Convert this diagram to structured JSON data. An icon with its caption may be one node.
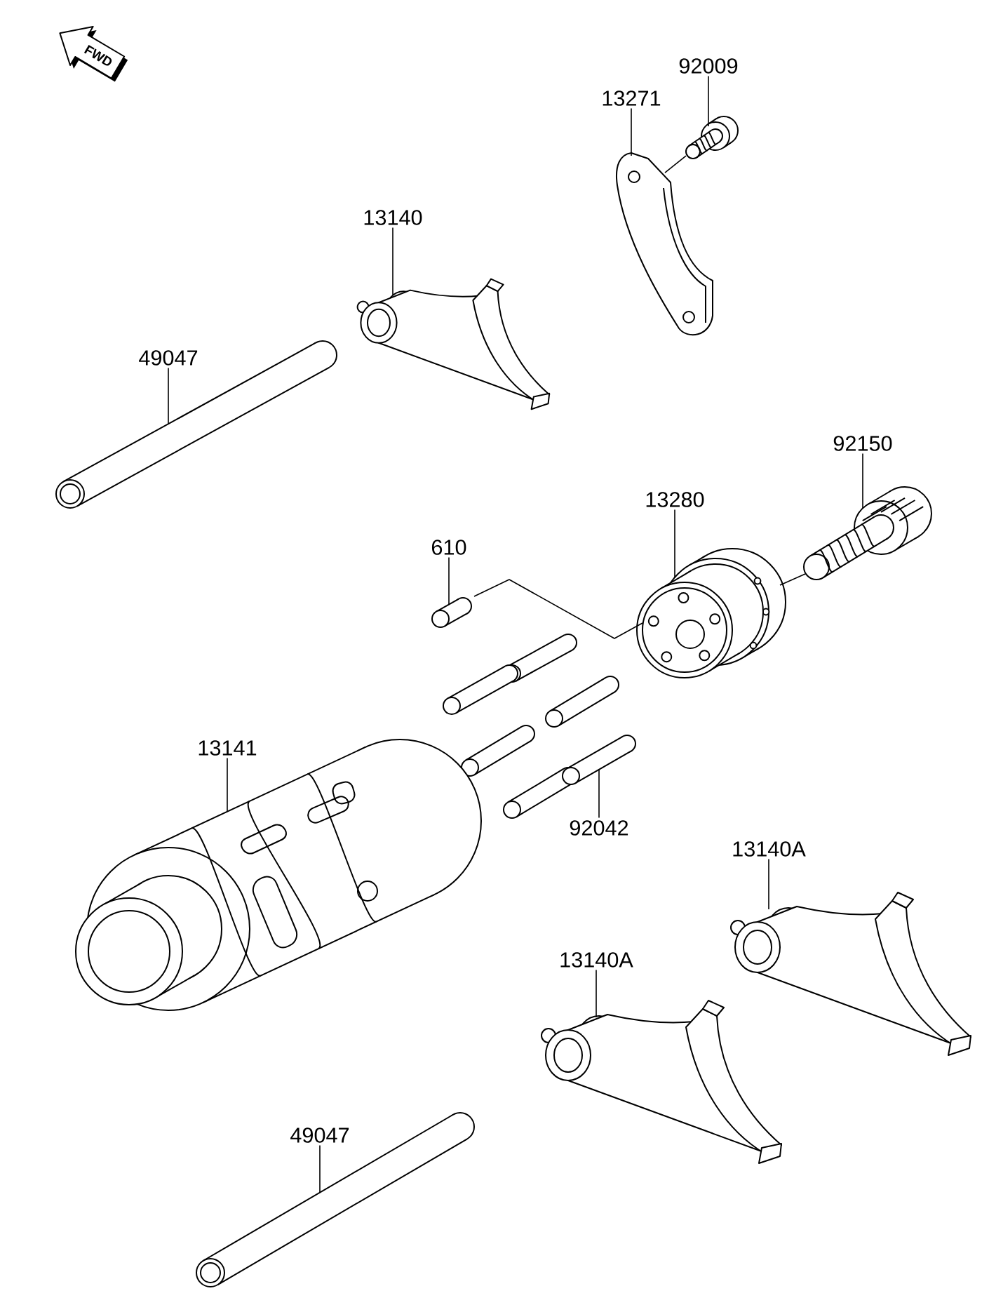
{
  "diagram": {
    "nodes": [
      {
        "text": [
          "92009"
        ]
      },
      {
        "text": [
          "13271"
        ]
      },
      {
        "text": [
          "13140"
        ]
      },
      {
        "text": [
          "49047"
        ]
      },
      {
        "text": [
          "92150"
        ]
      },
      {
        "text": [
          "13280"
        ]
      },
      {
        "text": [
          "610"
        ]
      },
      {
        "text": [
          "13141"
        ]
      },
      {
        "text": [
          "92042"
        ]
      },
      {
        "text": [
          "13140A"
        ]
      },
      {
        "text": [
          "13140A"
        ]
      },
      {
        "text": [
          "49047"
        ]
      },
      {
        "text": [],
        "shape": "screw"
      },
      {
        "text": [],
        "shape": "plate"
      },
      {
        "text": [],
        "shape": "fork"
      },
      {
        "text": [],
        "shape": "rod"
      },
      {
        "text": [],
        "shape": "bolt"
      },
      {
        "text": [],
        "shape": "cam"
      },
      {
        "text": [],
        "shape": "pin"
      },
      {
        "text": [],
        "shape": "pin"
      },
      {
        "text": [],
        "shape": "drum"
      },
      {
        "text": [],
        "shape": "fork"
      },
      {
        "text": [],
        "shape": "fork"
      },
      {
        "text": [],
        "shape": "rod"
      }
    ],
    "edges": [
      {
        "from": 0,
        "to": 12,
        "arrow": "none"
      },
      {
        "from": 1,
        "to": 13,
        "arrow": "none"
      },
      {
        "from": 2,
        "to": 14,
        "arrow": "none"
      },
      {
        "from": 3,
        "to": 15,
        "arrow": "none"
      },
      {
        "from": 4,
        "to": 16,
        "arrow": "none"
      },
      {
        "from": 5,
        "to": 17,
        "arrow": "none"
      },
      {
        "from": 6,
        "to": 18,
        "arrow": "none"
      },
      {
        "from": 7,
        "to": 20,
        "arrow": "none"
      },
      {
        "from": 8,
        "to": 19,
        "arrow": "none"
      },
      {
        "from": 9,
        "to": 21,
        "arrow": "none"
      },
      {
        "from": 10,
        "to": 22,
        "arrow": "none"
      },
      {
        "from": 11,
        "to": 23,
        "arrow": "none"
      },
      {
        "from": 12,
        "to": 13,
        "arrow": "none"
      },
      {
        "from": 16,
        "to": 17,
        "arrow": "none"
      },
      {
        "from": 18,
        "to": 17,
        "arrow": "none"
      }
    ],
    "labels": [
      "FWD"
    ]
  }
}
